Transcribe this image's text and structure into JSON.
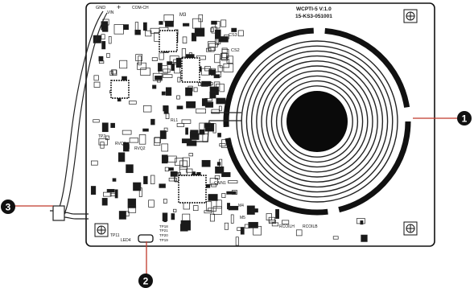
{
  "board": {
    "title_line1": "WCPTI-5 V:1.0",
    "title_line2": "15-KS3-051001",
    "labels": {
      "gnd": "GND",
      "plus": "+",
      "vin": "VIN",
      "com_ch": "COM-CH",
      "m3": "M3",
      "cs3": "CS3",
      "cs2": "CS2",
      "tp2": "TP2",
      "rvq1": "RVQ1",
      "rvq2": "RVQ2",
      "rl1": "RL1",
      "tp11": "TP11",
      "led4": "LED4",
      "tp18": "TP18",
      "tp19": "TP19",
      "tp20": "TP20",
      "tp21": "TP21",
      "rcoilh": "RCOILH",
      "rcoilb": "RCOILB",
      "m4": "M4",
      "m5": "M5",
      "cain1": "CAIN1"
    }
  },
  "callouts": [
    {
      "number": "1"
    },
    {
      "number": "2"
    },
    {
      "number": "3"
    }
  ],
  "colors": {
    "callout_line": "#c0392b",
    "callout_badge": "#111111",
    "board_outline": "#111111",
    "coil_center": "#0a0a0a"
  }
}
